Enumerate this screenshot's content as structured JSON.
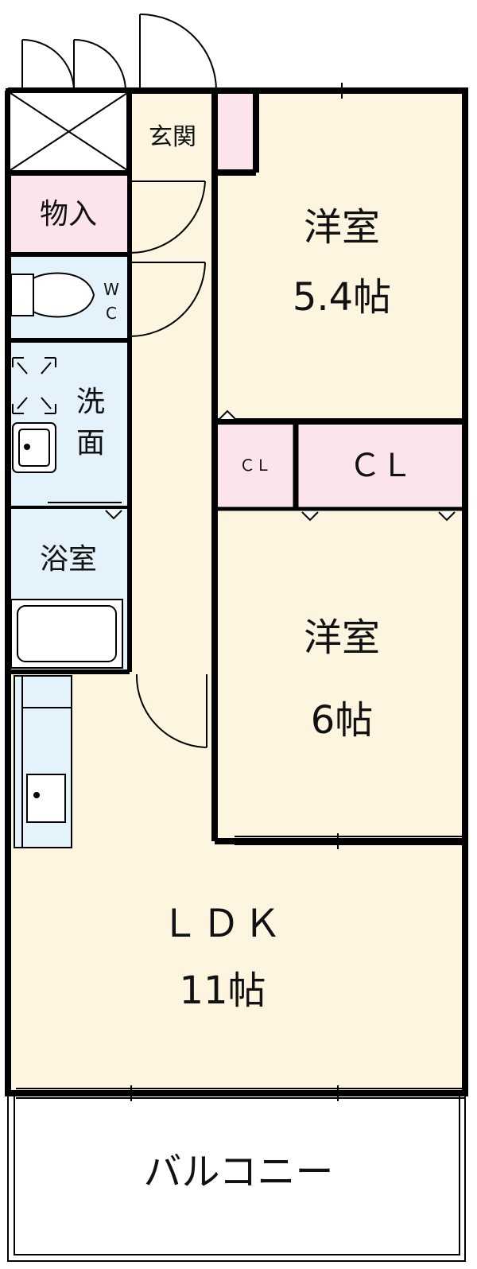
{
  "rooms": {
    "genkan": "玄関",
    "monoire": "物入",
    "wc_w": "W",
    "wc_c": "C",
    "senmen_1": "洗",
    "senmen_2": "面",
    "yokushitsu": "浴室",
    "cl_small": "ＣＬ",
    "cl_large": "ＣＬ",
    "room1_name": "洋室",
    "room1_size": "5.4帖",
    "room2_name": "洋室",
    "room2_size": "6帖",
    "ldk_name": "ＬＤＫ",
    "ldk_size": "11帖",
    "balcony": "バルコニー"
  },
  "colors": {
    "wall": "#000000",
    "room_cream": "#fdf5e0",
    "wet_blue": "#e4f3fb",
    "storage_pink": "#fbe4ec",
    "white": "#ffffff"
  }
}
